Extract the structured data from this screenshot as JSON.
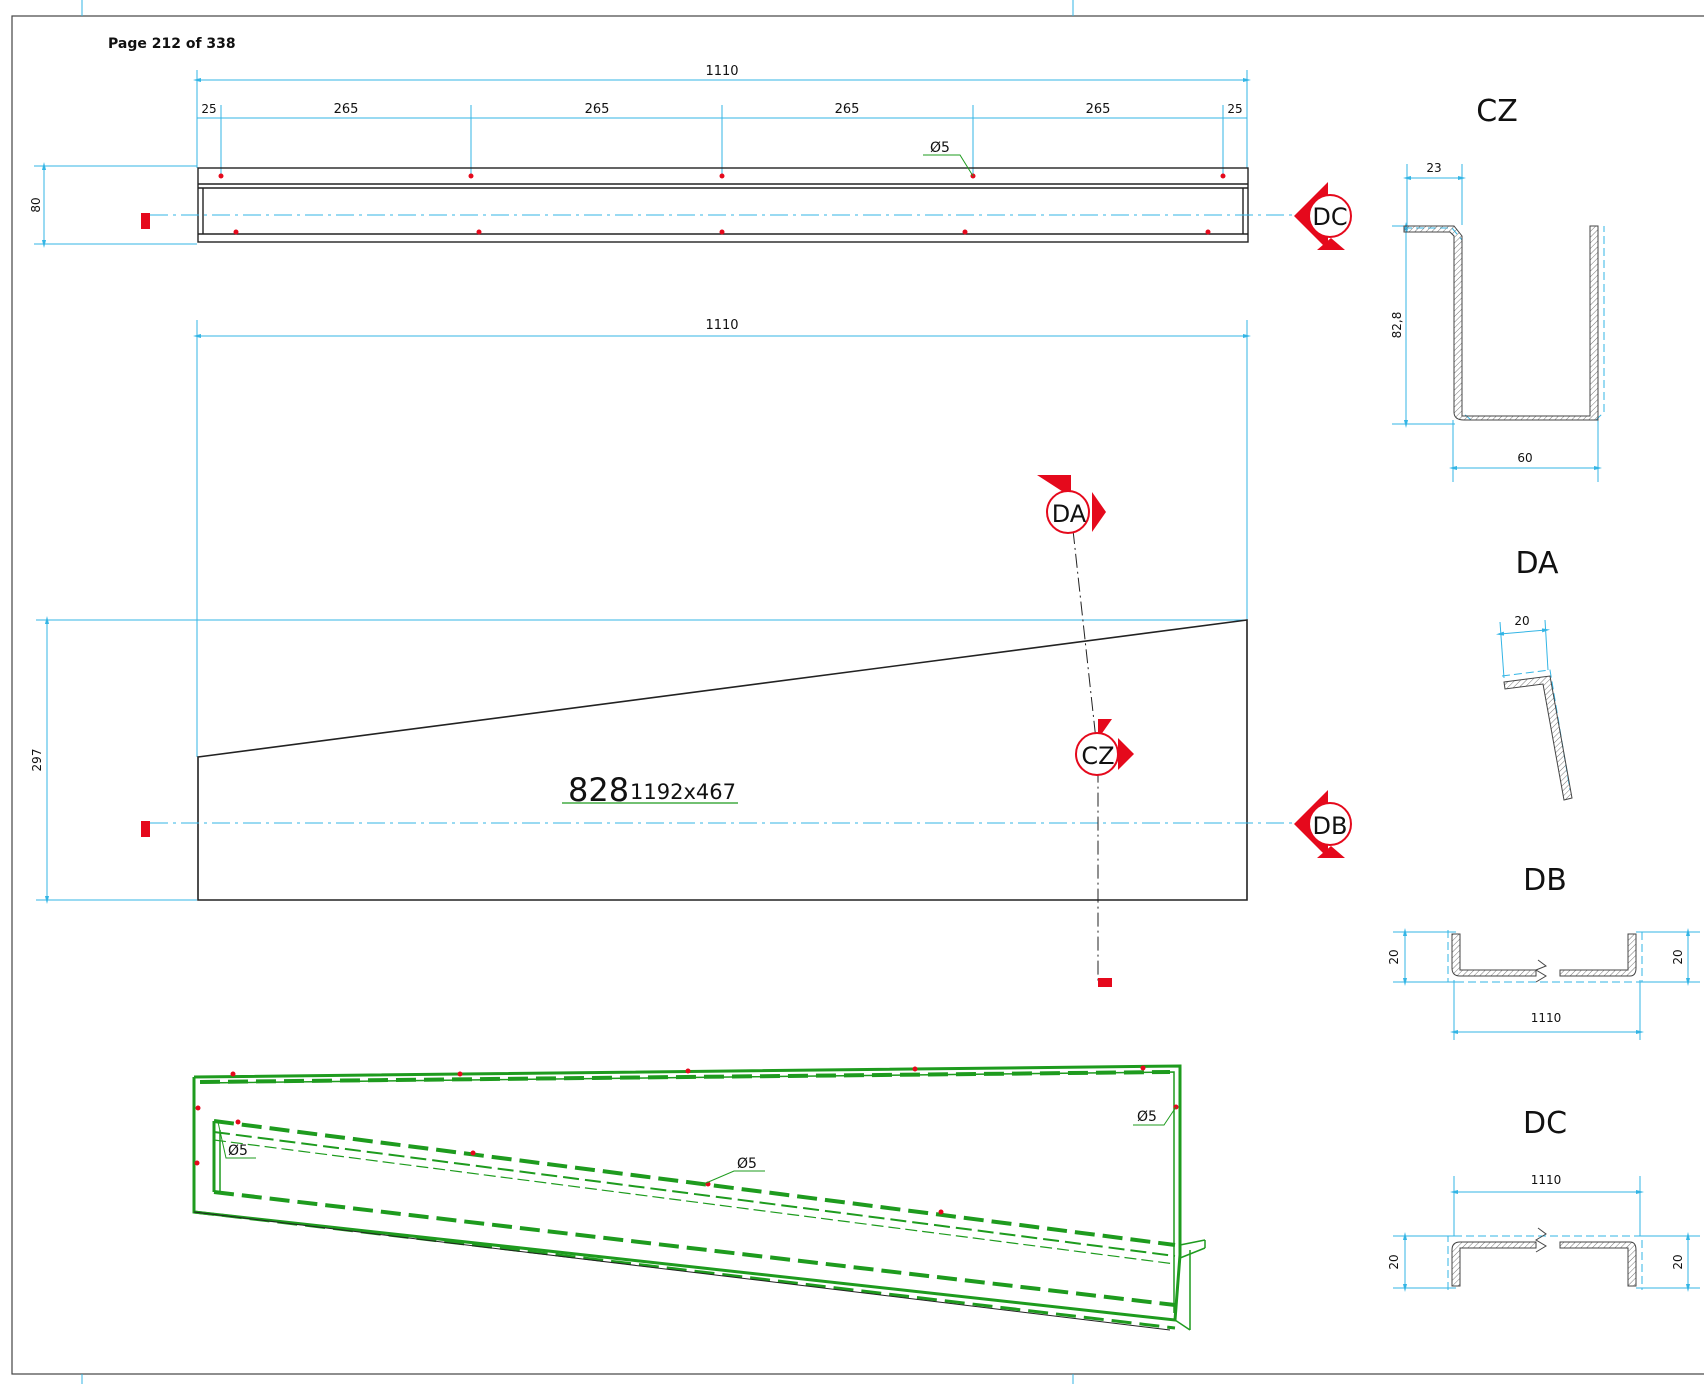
{
  "page": {
    "label": "Page 212 of 338"
  },
  "colors": {
    "dimension": "#33b5e5",
    "outline": "#222222",
    "marker": "#e5091c",
    "iso": "#1e9b1e",
    "hole": "#e5091c",
    "frame": "#444444"
  },
  "top_view": {
    "overall_dim": "1110",
    "spacing_dims": [
      "25",
      "265",
      "265",
      "265",
      "265",
      "25"
    ],
    "height_dim": "80",
    "hole_label": "Ø5",
    "section_marker": "DC"
  },
  "front_view": {
    "overall_dim": "1110",
    "height_dim": "297",
    "part_number": "828",
    "part_size": "1192x467",
    "section_markers": {
      "da": "DA",
      "cz": "CZ",
      "db": "DB"
    }
  },
  "iso_view": {
    "hole_labels": [
      "Ø5",
      "Ø5",
      "Ø5"
    ]
  },
  "sections": {
    "cz": {
      "title": "CZ",
      "dim_top": "23",
      "dim_height": "82,8",
      "dim_width": "60"
    },
    "da": {
      "title": "DA",
      "dim_top": "20"
    },
    "db": {
      "title": "DB",
      "dim_left": "20",
      "dim_right": "20",
      "dim_width": "1110"
    },
    "dc": {
      "title": "DC",
      "dim_left": "20",
      "dim_right": "20",
      "dim_width": "1110"
    }
  }
}
